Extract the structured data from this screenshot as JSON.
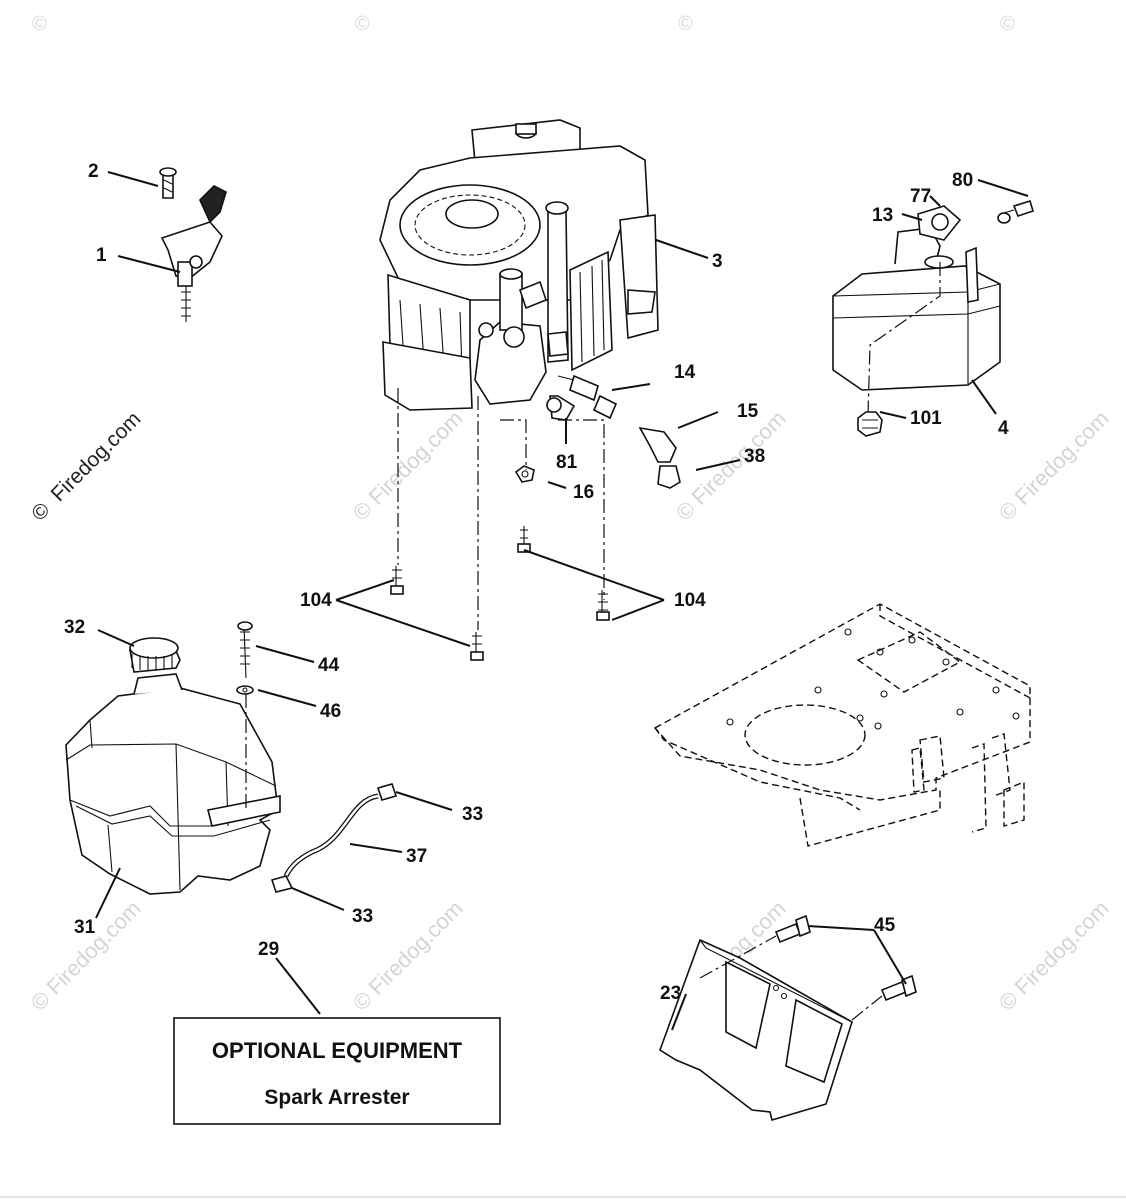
{
  "watermark": {
    "brand": "Firedog.com",
    "symbol": "©"
  },
  "callouts": {
    "c1": "1",
    "c2": "2",
    "c3": "3",
    "c4": "4",
    "c13": "13",
    "c14": "14",
    "c15": "15",
    "c16": "16",
    "c23": "23",
    "c29": "29",
    "c31": "31",
    "c32": "32",
    "c33a": "33",
    "c33b": "33",
    "c37": "37",
    "c38": "38",
    "c44": "44",
    "c45": "45",
    "c46": "46",
    "c77": "77",
    "c80": "80",
    "c81": "81",
    "c101": "101",
    "c104a": "104",
    "c104b": "104"
  },
  "optional_box": {
    "title": "OPTIONAL EQUIPMENT",
    "subtitle": "Spark Arrester"
  }
}
